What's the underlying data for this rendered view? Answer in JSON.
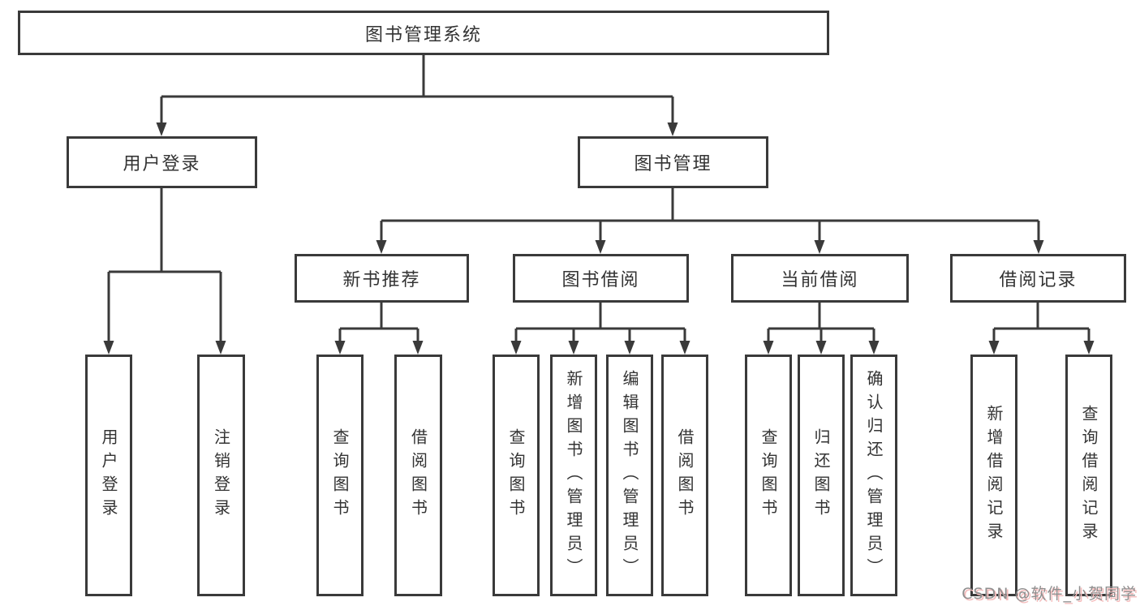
{
  "tree": {
    "label": "图书管理系统",
    "children": [
      {
        "label": "用户登录",
        "children": [
          {
            "label": "用户登录"
          },
          {
            "label": "注销登录"
          }
        ]
      },
      {
        "label": "图书管理",
        "children": [
          {
            "label": "新书推荐",
            "children": [
              {
                "label": "查询图书"
              },
              {
                "label": "借阅图书"
              }
            ]
          },
          {
            "label": "图书借阅",
            "children": [
              {
                "label": "查询图书"
              },
              {
                "label": "新增图书（管理员）"
              },
              {
                "label": "编辑图书（管理员）"
              },
              {
                "label": "借阅图书"
              }
            ]
          },
          {
            "label": "当前借阅",
            "children": [
              {
                "label": "查询图书"
              },
              {
                "label": "归还图书"
              },
              {
                "label": "确认归还（管理员）"
              }
            ]
          },
          {
            "label": "借阅记录",
            "children": [
              {
                "label": "新增借阅记录"
              },
              {
                "label": "查询借阅记录"
              }
            ]
          }
        ]
      }
    ]
  },
  "watermark": {
    "text": "CSDN @软件_小贺同学"
  },
  "colors": {
    "line": "#3a3a3a",
    "box_border": "#3a3a3a",
    "box_fill": "#ffffff",
    "text": "#333333",
    "background": "#ffffff",
    "watermark_text": "#8f8f8f",
    "watermark_shadow": "#f5bcbc"
  }
}
